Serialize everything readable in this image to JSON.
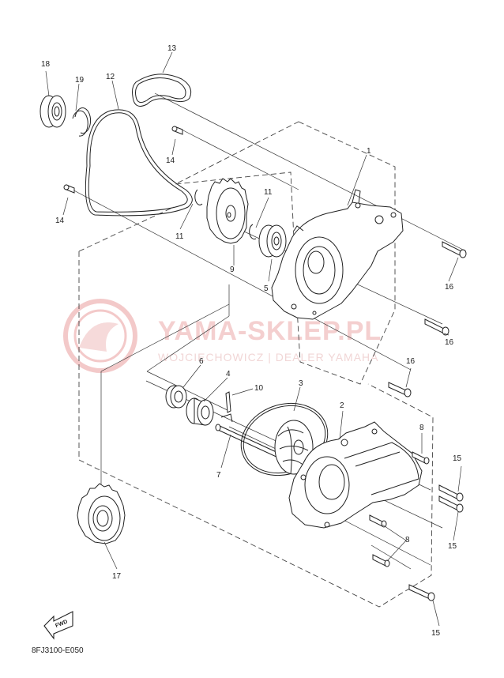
{
  "diagram": {
    "code": "8FJ3100-E050",
    "fwd_label": "FWD",
    "watermark_main": "YAMA-SKLEP.PL",
    "watermark_sub": "WOJCIECHOWICZ | DEALER YAMAHA",
    "callouts": [
      {
        "id": "c1",
        "label": "1"
      },
      {
        "id": "c2",
        "label": "2"
      },
      {
        "id": "c3",
        "label": "3"
      },
      {
        "id": "c4",
        "label": "4"
      },
      {
        "id": "c5",
        "label": "5"
      },
      {
        "id": "c6",
        "label": "6"
      },
      {
        "id": "c7",
        "label": "7"
      },
      {
        "id": "c8a",
        "label": "8"
      },
      {
        "id": "c8b",
        "label": "8"
      },
      {
        "id": "c9",
        "label": "9"
      },
      {
        "id": "c10",
        "label": "10"
      },
      {
        "id": "c11a",
        "label": "11"
      },
      {
        "id": "c11b",
        "label": "11"
      },
      {
        "id": "c12",
        "label": "12"
      },
      {
        "id": "c13",
        "label": "13"
      },
      {
        "id": "c14a",
        "label": "14"
      },
      {
        "id": "c14b",
        "label": "14"
      },
      {
        "id": "c15a",
        "label": "15"
      },
      {
        "id": "c15b",
        "label": "15"
      },
      {
        "id": "c15c",
        "label": "15"
      },
      {
        "id": "c16a",
        "label": "16"
      },
      {
        "id": "c16b",
        "label": "16"
      },
      {
        "id": "c16c",
        "label": "16"
      },
      {
        "id": "c17",
        "label": "17"
      },
      {
        "id": "c18",
        "label": "18"
      },
      {
        "id": "c19",
        "label": "19"
      }
    ]
  }
}
